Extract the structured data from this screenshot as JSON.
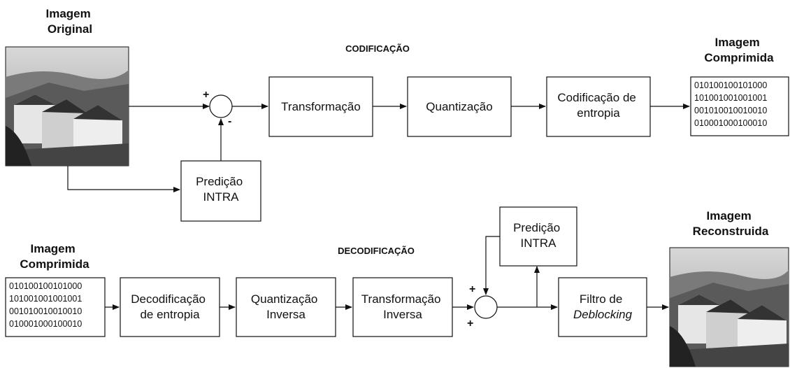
{
  "encoder": {
    "section_label": "CODIFICAÇÃO",
    "input_label": [
      "Imagem",
      "Original"
    ],
    "output_label": [
      "Imagem",
      "Comprimida"
    ],
    "blocks": {
      "transform": [
        "Transformação"
      ],
      "quant": [
        "Quantização"
      ],
      "entropy": [
        "Codificação de",
        "entropia"
      ],
      "prediction": [
        "Predição",
        "INTRA"
      ]
    },
    "sum_signs": [
      "+",
      "-"
    ],
    "bitstream": [
      "010100100101000",
      "101001001001001",
      "001010010010010",
      "010001000100010"
    ]
  },
  "decoder": {
    "section_label": "DECODIFICAÇÃO",
    "input_label": [
      "Imagem",
      "Comprimida"
    ],
    "output_label": [
      "Imagem",
      "Reconstruida"
    ],
    "blocks": {
      "entropy_dec": [
        "Decodificação",
        "de entropia"
      ],
      "inv_quant": [
        "Quantização",
        "Inversa"
      ],
      "inv_transform": [
        "Transformação",
        "Inversa"
      ],
      "prediction": [
        "Predição",
        "INTRA"
      ],
      "deblock_line1": "Filtro de",
      "deblock_line2": "Deblocking"
    },
    "sum_signs": [
      "+",
      "+"
    ],
    "bitstream": [
      "010100100101000",
      "101001001001001",
      "001010010010010",
      "010001000100010"
    ]
  }
}
